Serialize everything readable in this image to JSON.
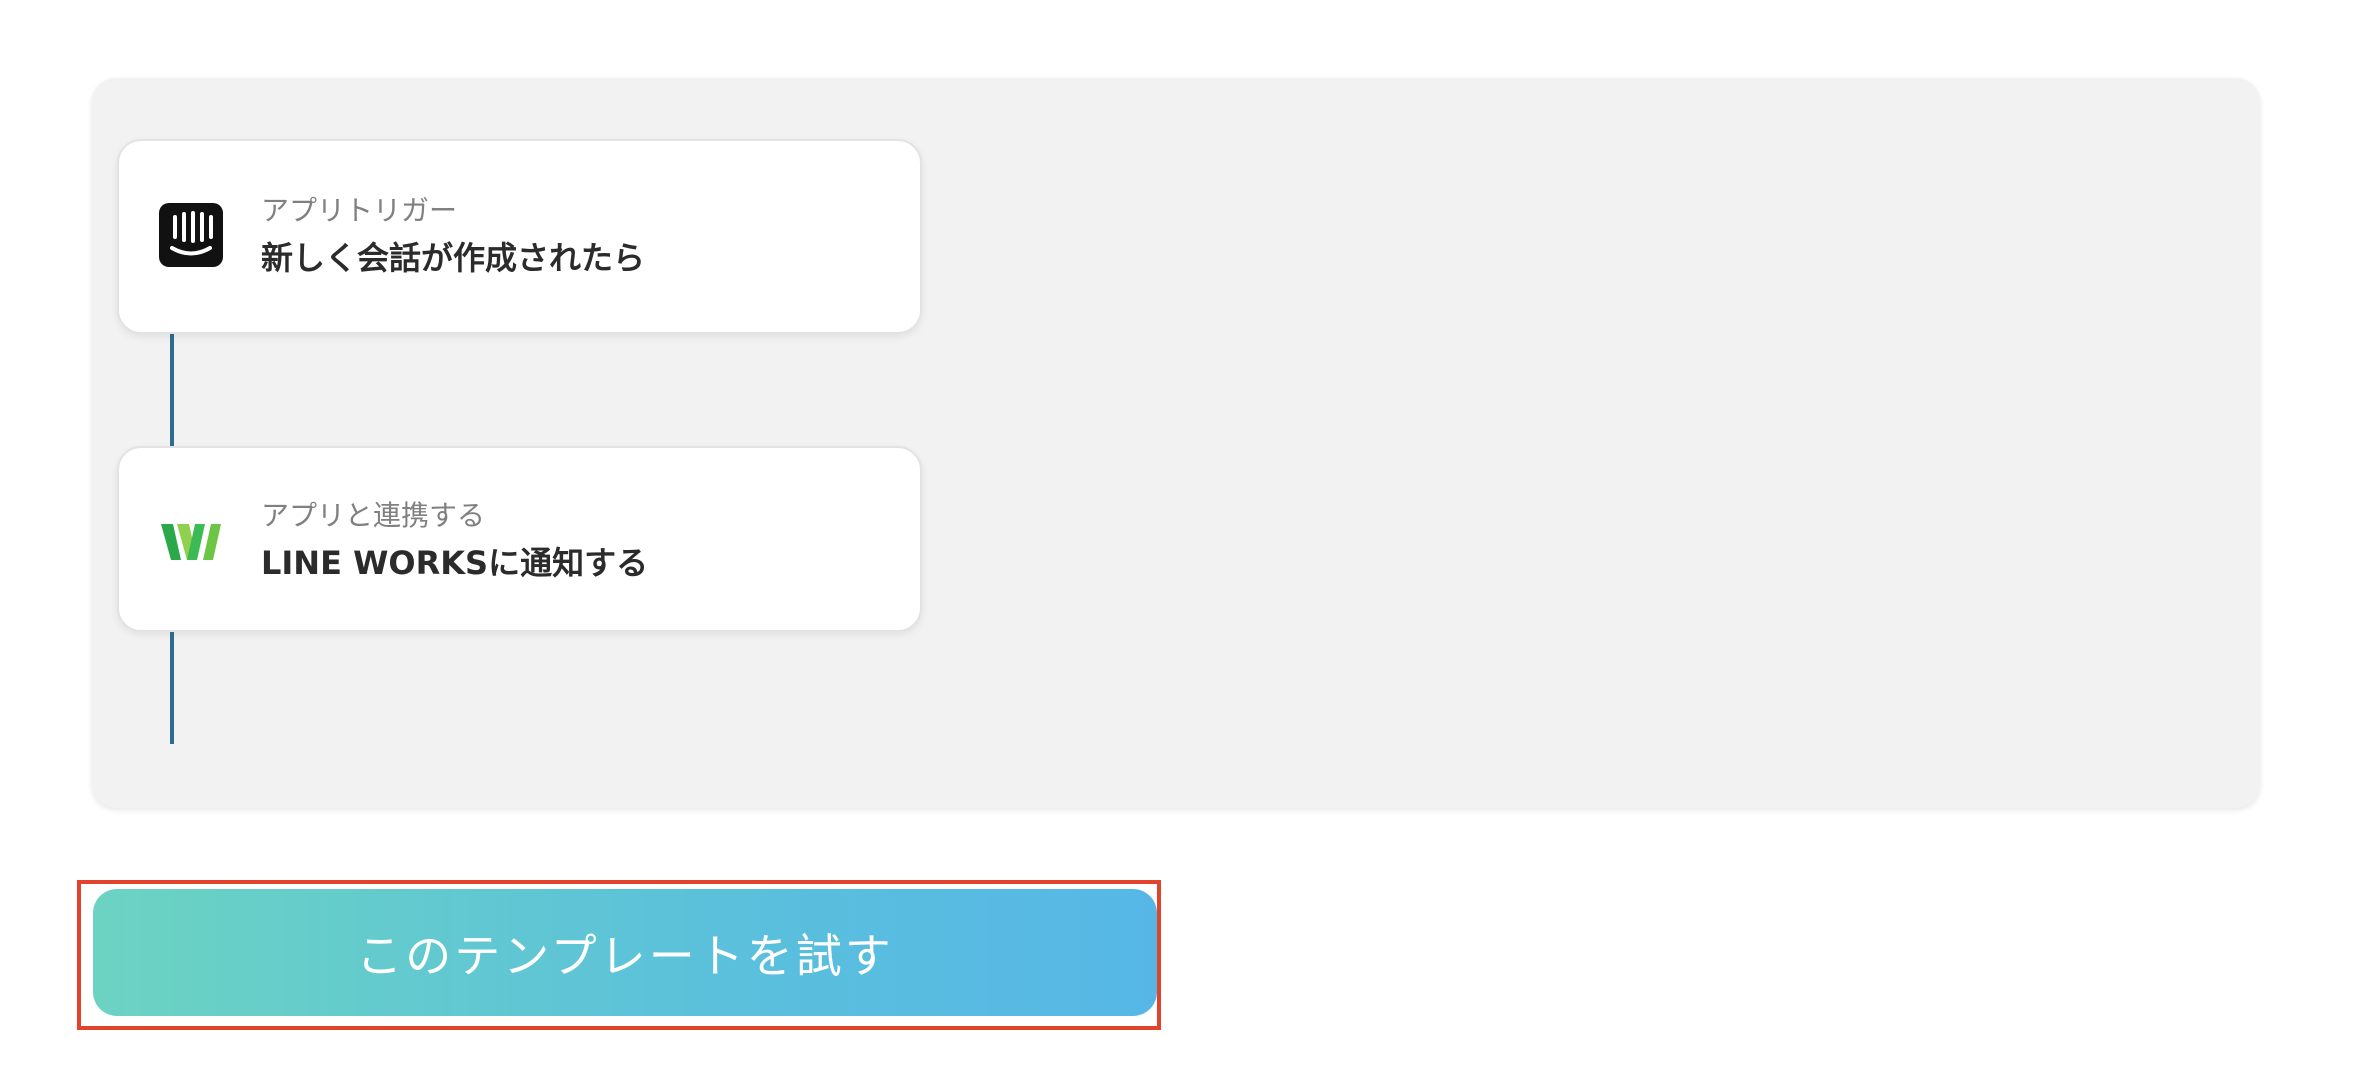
{
  "flow": {
    "steps": [
      {
        "kind": "アプリトリガー",
        "title": "新しく会話が作成されたら",
        "icon": "intercom-icon"
      },
      {
        "kind": "アプリと連携する",
        "title": "LINE WORKSに通知する",
        "icon": "line-works-icon"
      }
    ],
    "connector_color": "#2f6d8e"
  },
  "cta": {
    "label": "このテンプレートを試す",
    "highlight_color": "#e2432d"
  }
}
